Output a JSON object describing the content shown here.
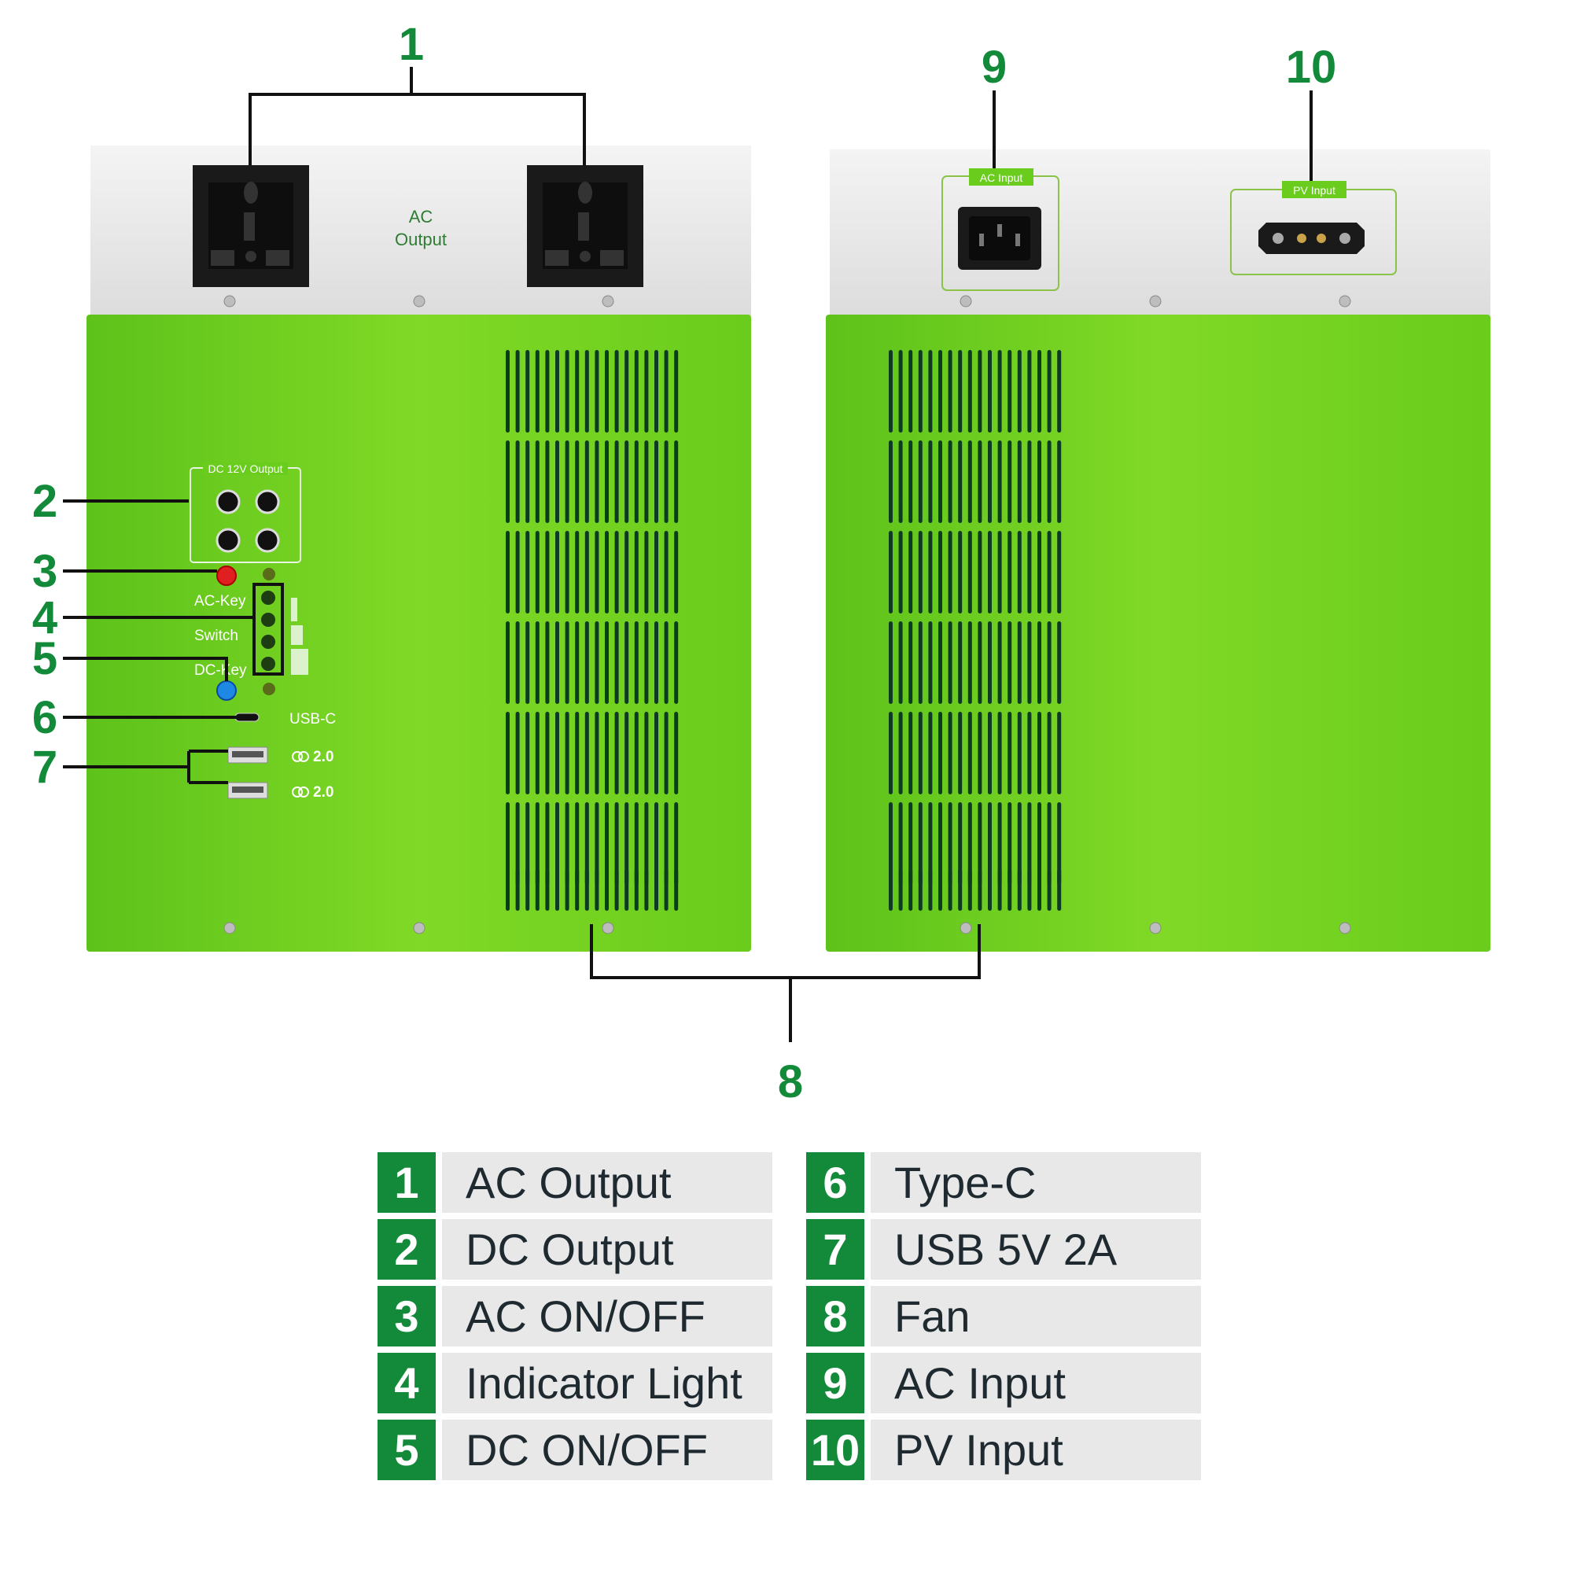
{
  "colors": {
    "brand_green": "#138a3a",
    "body_green": "#7ed321",
    "panel_grey": "#e8e8e8",
    "vent_dark": "#0d3b22"
  },
  "callouts": {
    "c1": "1",
    "c2": "2",
    "c3": "3",
    "c4": "4",
    "c5": "5",
    "c6": "6",
    "c7": "7",
    "c8": "8",
    "c9": "9",
    "c10": "10"
  },
  "front": {
    "ac_output_label_line1": "AC",
    "ac_output_label_line2": "Output",
    "dc_panel_label": "DC 12V Output",
    "ac_key_label": "AC-Key",
    "switch_label": "Switch",
    "dc_key_label": "DC-Key",
    "usbc_label": "USB-C",
    "usb1_label": "2.0",
    "usb2_label": "2.0"
  },
  "back": {
    "ac_input_label": "AC Input",
    "pv_input_label": "PV Input"
  },
  "legend": [
    {
      "num": "1",
      "label": "AC Output"
    },
    {
      "num": "2",
      "label": "DC Output"
    },
    {
      "num": "3",
      "label": "AC ON/OFF"
    },
    {
      "num": "4",
      "label": "Indicator Light"
    },
    {
      "num": "5",
      "label": "DC ON/OFF"
    },
    {
      "num": "6",
      "label": "Type-C"
    },
    {
      "num": "7",
      "label": "USB 5V 2A"
    },
    {
      "num": "8",
      "label": "Fan"
    },
    {
      "num": "9",
      "label": "AC Input"
    },
    {
      "num": "10",
      "label": "PV Input"
    }
  ]
}
